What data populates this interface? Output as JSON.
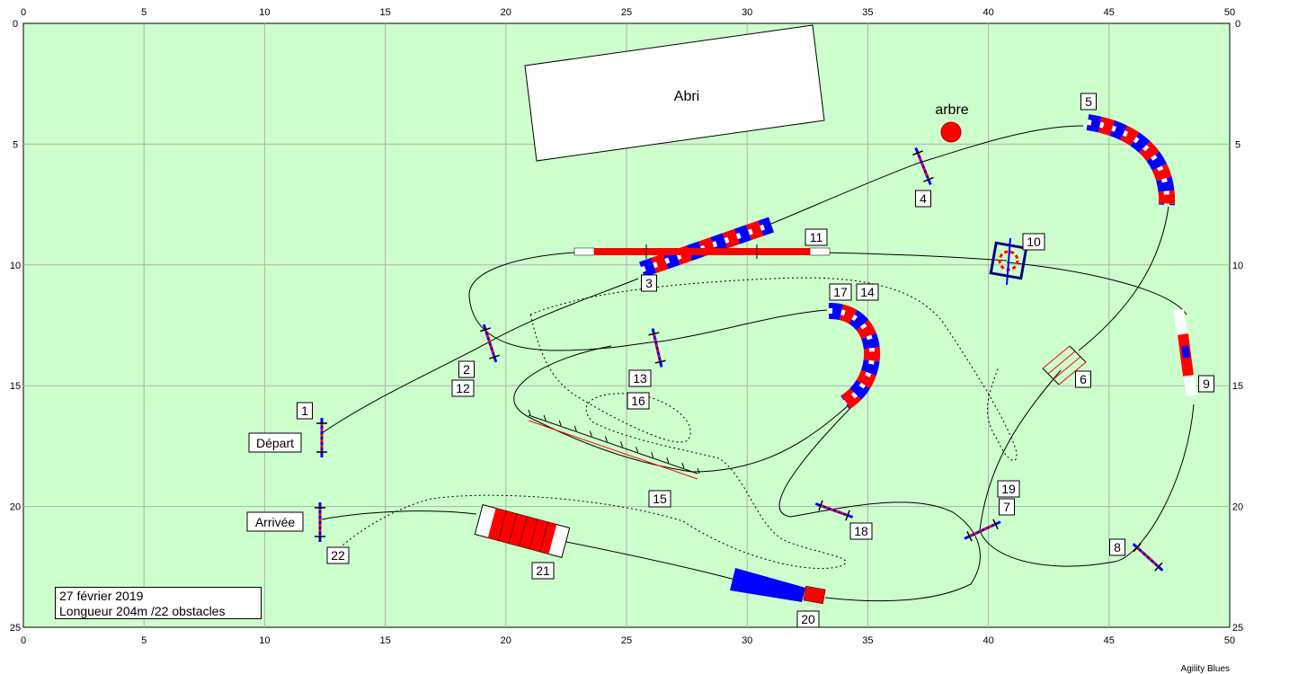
{
  "axis": {
    "x_ticks": [
      "0",
      "5",
      "10",
      "15",
      "20",
      "25",
      "30",
      "35",
      "40",
      "45",
      "50"
    ],
    "y_ticks": [
      "0",
      "5",
      "10",
      "15",
      "20",
      "25"
    ]
  },
  "labels": {
    "shelter": "Abri",
    "tree": "arbre",
    "start": "Départ",
    "finish": "Arrivée"
  },
  "info": {
    "date": "27 février 2019",
    "length": "Longueur 204m /22 obstacles"
  },
  "footer": "Agility Blues",
  "numbers": [
    "1",
    "2",
    "12",
    "3",
    "4",
    "5",
    "6",
    "7",
    "19",
    "8",
    "9",
    "10",
    "11",
    "13",
    "16",
    "14",
    "17",
    "15",
    "18",
    "20",
    "21",
    "22"
  ],
  "colors": {
    "field": "#ccffcc",
    "grid": "#b0b0b0",
    "red": "#ff0000",
    "blue": "#0000ff",
    "white": "#ffffff",
    "tree": "#ff0000"
  }
}
